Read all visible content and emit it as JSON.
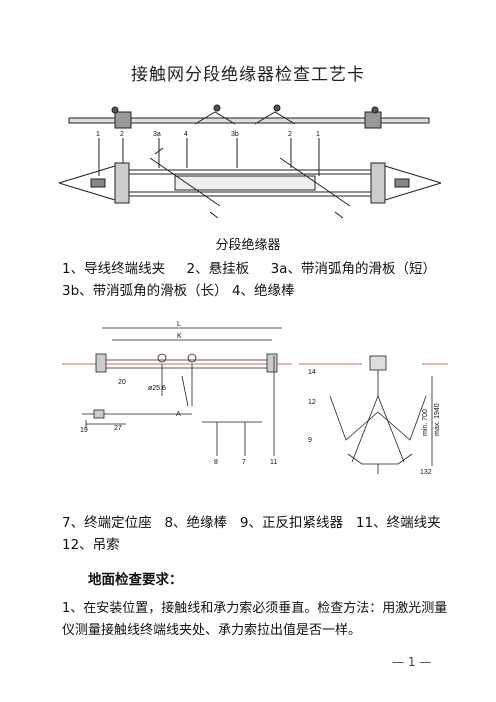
{
  "document": {
    "title": "接触网分段绝缘器检查工艺卡",
    "figure1": {
      "labels": [
        "1",
        "2",
        "3a",
        "4",
        "3b",
        "2",
        "1"
      ],
      "caption": "分段绝缘器",
      "legend_line1": "1、导线终端线夹     2、悬挂板     3a、带消弧角的滑板（短）",
      "legend_line2": "3b、带消弧角的滑板（长） 4、绝缘棒"
    },
    "figure2": {
      "dim_L": "L",
      "dim_K": "K",
      "dim_20": "20",
      "dim_25_6": "ø25.6",
      "dim_A": "A",
      "dim_19": "19",
      "dim_27": "27",
      "label_8": "8",
      "label_7": "7",
      "label_11": "11",
      "label_14": "14",
      "label_12": "12",
      "label_9": "9",
      "dim_132": "132",
      "dim_min700": "min. 700",
      "dim_max1940": "max. 1940",
      "legend_line1": "7、终端定位座   8、绝缘棒   9、正反扣紧线器   11、终端线夹",
      "legend_line2": "12、吊索"
    },
    "heading": "地面检查要求：",
    "paragraph": "1、在安装位置，接触线和承力索必须垂直。检查方法：用激光测量仪测量接触线终端线夹处、承力索拉出值是否一样。",
    "page_number": "— 1 —"
  }
}
